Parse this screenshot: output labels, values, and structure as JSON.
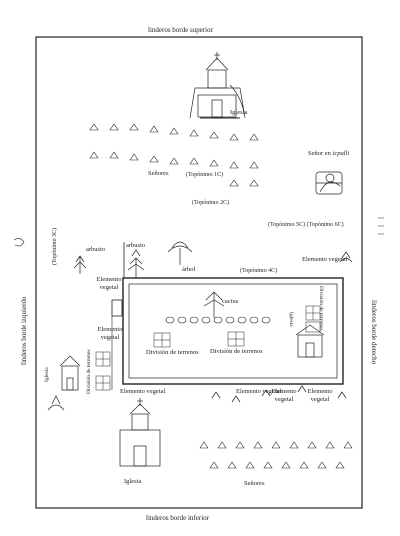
{
  "borders": {
    "top": "linderos borde superior",
    "bottom": "linderos borde inferior",
    "left": "linderos borde izquierdo",
    "right": "linderos borde derecho"
  },
  "labels": {
    "iglesia_top": "Iglesia",
    "senores_top": "Señores",
    "toponimo_1c": "(Topónimo 1C)",
    "toponimo_2c": "(Topónimo 2C)",
    "senor_en": "Señor en",
    "icpalli": "icpalli",
    "toponimo_5c_6c": "(Topónimo 5C) (Topónimo 6C)",
    "toponimo_3c": "(Topónimo 3C)",
    "arbusto_1": "arbusto",
    "arbusto_2": "arbusto",
    "arbol": "árbol",
    "toponimo_4c": "(Topónimo 4C)",
    "elemento_vegetal_right": "Elemento vegetal",
    "elemento_vegetal_left": "Elemento vegetal",
    "cactus": "cactus",
    "division_right": "División de terrenos",
    "elemento_vegetal_leftmid": "Elemento vegetal",
    "division_mid_left": "División de terrenos",
    "division_mid_right": "División de terrenos",
    "division_left": "División de terrenos",
    "iglesia_left": "Iglesia",
    "iglesia_right": "Iglesia",
    "elemento_vegetal_b1": "Elemento vegetal",
    "elemento_vegetal_b2": "Elemento vegetal",
    "elemento_vegetal_b3": "Elemento vegetal",
    "elemento_vegetal_b4": "Elemento vegetal",
    "iglesia_bottom": "Iglesia",
    "senores_bottom": "Señores"
  },
  "colors": {
    "ink": "#222222",
    "paper": "#ffffff"
  }
}
